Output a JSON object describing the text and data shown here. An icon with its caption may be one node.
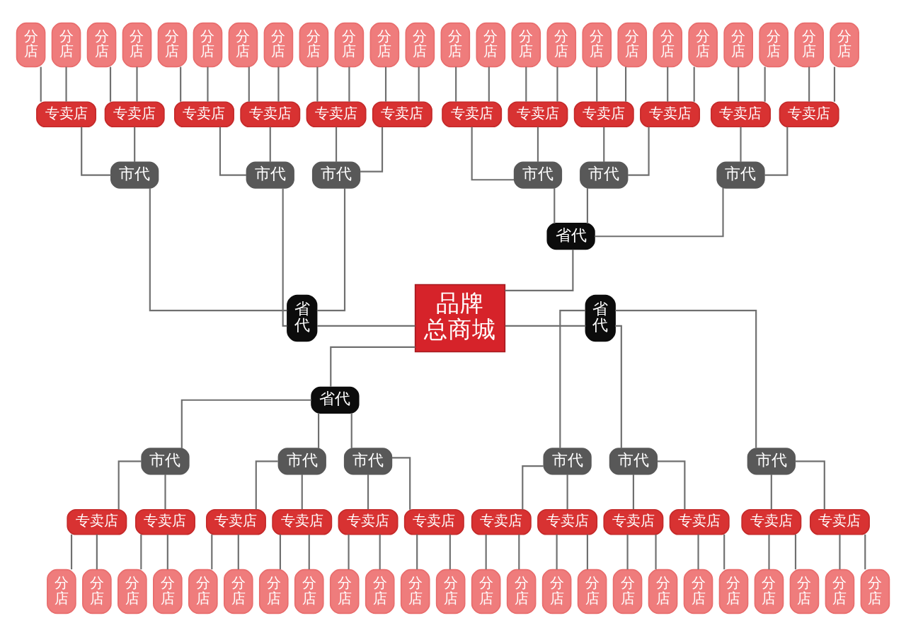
{
  "diagram": {
    "nodes": [
      {
        "text": [
          "品牌总商城"
        ]
      },
      {
        "text": [
          "省代"
        ]
      },
      {
        "text": [
          "市代"
        ]
      },
      {
        "text": [
          "专卖店"
        ]
      },
      {
        "text": [
          "分店"
        ]
      },
      {
        "text": [
          "分店"
        ]
      },
      {
        "text": [
          "专卖店"
        ]
      },
      {
        "text": [
          "分店"
        ]
      },
      {
        "text": [
          "分店"
        ]
      },
      {
        "text": [
          "市代"
        ]
      },
      {
        "text": [
          "专卖店"
        ]
      },
      {
        "text": [
          "分店"
        ]
      },
      {
        "text": [
          "分店"
        ]
      },
      {
        "text": [
          "专卖店"
        ]
      },
      {
        "text": [
          "分店"
        ]
      },
      {
        "text": [
          "分店"
        ]
      },
      {
        "text": [
          "市代"
        ]
      },
      {
        "text": [
          "专卖店"
        ]
      },
      {
        "text": [
          "分店"
        ]
      },
      {
        "text": [
          "分店"
        ]
      },
      {
        "text": [
          "专卖店"
        ]
      },
      {
        "text": [
          "分店"
        ]
      },
      {
        "text": [
          "分店"
        ]
      },
      {
        "text": [
          "省代"
        ]
      },
      {
        "text": [
          "市代"
        ]
      },
      {
        "text": [
          "专卖店"
        ]
      },
      {
        "text": [
          "分店"
        ]
      },
      {
        "text": [
          "分店"
        ]
      },
      {
        "text": [
          "专卖店"
        ]
      },
      {
        "text": [
          "分店"
        ]
      },
      {
        "text": [
          "分店"
        ]
      },
      {
        "text": [
          "市代"
        ]
      },
      {
        "text": [
          "专卖店"
        ]
      },
      {
        "text": [
          "分店"
        ]
      },
      {
        "text": [
          "分店"
        ]
      },
      {
        "text": [
          "专卖店"
        ]
      },
      {
        "text": [
          "分店"
        ]
      },
      {
        "text": [
          "分店"
        ]
      },
      {
        "text": [
          "市代"
        ]
      },
      {
        "text": [
          "专卖店"
        ]
      },
      {
        "text": [
          "分店"
        ]
      },
      {
        "text": [
          "分店"
        ]
      },
      {
        "text": [
          "专卖店"
        ]
      },
      {
        "text": [
          "分店"
        ]
      },
      {
        "text": [
          "分店"
        ]
      },
      {
        "text": [
          "省代"
        ]
      },
      {
        "text": [
          "市代"
        ]
      },
      {
        "text": [
          "专卖店"
        ]
      },
      {
        "text": [
          "分店"
        ]
      },
      {
        "text": [
          "分店"
        ]
      },
      {
        "text": [
          "专卖店"
        ]
      },
      {
        "text": [
          "分店"
        ]
      },
      {
        "text": [
          "分店"
        ]
      },
      {
        "text": [
          "市代"
        ]
      },
      {
        "text": [
          "专卖店"
        ]
      },
      {
        "text": [
          "分店"
        ]
      },
      {
        "text": [
          "分店"
        ]
      },
      {
        "text": [
          "专卖店"
        ]
      },
      {
        "text": [
          "分店"
        ]
      },
      {
        "text": [
          "分店"
        ]
      },
      {
        "text": [
          "市代"
        ]
      },
      {
        "text": [
          "专卖店"
        ]
      },
      {
        "text": [
          "分店"
        ]
      },
      {
        "text": [
          "分店"
        ]
      },
      {
        "text": [
          "专卖店"
        ]
      },
      {
        "text": [
          "分店"
        ]
      },
      {
        "text": [
          "分店"
        ]
      },
      {
        "text": [
          "省代"
        ]
      },
      {
        "text": [
          "市代"
        ]
      },
      {
        "text": [
          "专卖店"
        ]
      },
      {
        "text": [
          "分店"
        ]
      },
      {
        "text": [
          "分店"
        ]
      },
      {
        "text": [
          "专卖店"
        ]
      },
      {
        "text": [
          "分店"
        ]
      },
      {
        "text": [
          "分店"
        ]
      },
      {
        "text": [
          "市代"
        ]
      },
      {
        "text": [
          "专卖店"
        ]
      },
      {
        "text": [
          "分店"
        ]
      },
      {
        "text": [
          "分店"
        ]
      },
      {
        "text": [
          "专卖店"
        ]
      },
      {
        "text": [
          "分店"
        ]
      },
      {
        "text": [
          "分店"
        ]
      },
      {
        "text": [
          "市代"
        ]
      },
      {
        "text": [
          "专卖店"
        ]
      },
      {
        "text": [
          "分店"
        ]
      },
      {
        "text": [
          "分店"
        ]
      },
      {
        "text": [
          "专卖店"
        ]
      },
      {
        "text": [
          "分店"
        ]
      },
      {
        "text": [
          "分店"
        ]
      }
    ],
    "edges": [
      {
        "from": 1,
        "to": 0,
        "arrow": "none"
      },
      {
        "from": 2,
        "to": 1,
        "arrow": "none"
      },
      {
        "from": 3,
        "to": 2,
        "arrow": "none"
      },
      {
        "from": 4,
        "to": 3,
        "arrow": "none"
      },
      {
        "from": 5,
        "to": 3,
        "arrow": "none"
      },
      {
        "from": 6,
        "to": 2,
        "arrow": "none"
      },
      {
        "from": 7,
        "to": 6,
        "arrow": "none"
      },
      {
        "from": 8,
        "to": 6,
        "arrow": "none"
      },
      {
        "from": 9,
        "to": 1,
        "arrow": "none"
      },
      {
        "from": 10,
        "to": 9,
        "arrow": "none"
      },
      {
        "from": 11,
        "to": 10,
        "arrow": "none"
      },
      {
        "from": 12,
        "to": 10,
        "arrow": "none"
      },
      {
        "from": 13,
        "to": 9,
        "arrow": "none"
      },
      {
        "from": 14,
        "to": 13,
        "arrow": "none"
      },
      {
        "from": 15,
        "to": 13,
        "arrow": "none"
      },
      {
        "from": 16,
        "to": 1,
        "arrow": "none"
      },
      {
        "from": 17,
        "to": 16,
        "arrow": "none"
      },
      {
        "from": 18,
        "to": 17,
        "arrow": "none"
      },
      {
        "from": 19,
        "to": 17,
        "arrow": "none"
      },
      {
        "from": 20,
        "to": 16,
        "arrow": "none"
      },
      {
        "from": 21,
        "to": 20,
        "arrow": "none"
      },
      {
        "from": 22,
        "to": 20,
        "arrow": "none"
      },
      {
        "from": 23,
        "to": 0,
        "arrow": "none"
      },
      {
        "from": 24,
        "to": 23,
        "arrow": "none"
      },
      {
        "from": 25,
        "to": 24,
        "arrow": "none"
      },
      {
        "from": 26,
        "to": 25,
        "arrow": "none"
      },
      {
        "from": 27,
        "to": 25,
        "arrow": "none"
      },
      {
        "from": 28,
        "to": 24,
        "arrow": "none"
      },
      {
        "from": 29,
        "to": 28,
        "arrow": "none"
      },
      {
        "from": 30,
        "to": 28,
        "arrow": "none"
      },
      {
        "from": 31,
        "to": 23,
        "arrow": "none"
      },
      {
        "from": 32,
        "to": 31,
        "arrow": "none"
      },
      {
        "from": 33,
        "to": 32,
        "arrow": "none"
      },
      {
        "from": 34,
        "to": 32,
        "arrow": "none"
      },
      {
        "from": 35,
        "to": 31,
        "arrow": "none"
      },
      {
        "from": 36,
        "to": 35,
        "arrow": "none"
      },
      {
        "from": 37,
        "to": 35,
        "arrow": "none"
      },
      {
        "from": 38,
        "to": 23,
        "arrow": "none"
      },
      {
        "from": 39,
        "to": 38,
        "arrow": "none"
      },
      {
        "from": 40,
        "to": 39,
        "arrow": "none"
      },
      {
        "from": 41,
        "to": 39,
        "arrow": "none"
      },
      {
        "from": 42,
        "to": 38,
        "arrow": "none"
      },
      {
        "from": 43,
        "to": 42,
        "arrow": "none"
      },
      {
        "from": 44,
        "to": 42,
        "arrow": "none"
      },
      {
        "from": 0,
        "to": 45,
        "arrow": "none"
      },
      {
        "from": 45,
        "to": 46,
        "arrow": "none"
      },
      {
        "from": 46,
        "to": 47,
        "arrow": "none"
      },
      {
        "from": 47,
        "to": 48,
        "arrow": "none"
      },
      {
        "from": 47,
        "to": 49,
        "arrow": "none"
      },
      {
        "from": 46,
        "to": 50,
        "arrow": "none"
      },
      {
        "from": 50,
        "to": 51,
        "arrow": "none"
      },
      {
        "from": 50,
        "to": 52,
        "arrow": "none"
      },
      {
        "from": 45,
        "to": 53,
        "arrow": "none"
      },
      {
        "from": 53,
        "to": 54,
        "arrow": "none"
      },
      {
        "from": 54,
        "to": 55,
        "arrow": "none"
      },
      {
        "from": 54,
        "to": 56,
        "arrow": "none"
      },
      {
        "from": 53,
        "to": 57,
        "arrow": "none"
      },
      {
        "from": 57,
        "to": 58,
        "arrow": "none"
      },
      {
        "from": 57,
        "to": 59,
        "arrow": "none"
      },
      {
        "from": 45,
        "to": 60,
        "arrow": "none"
      },
      {
        "from": 60,
        "to": 61,
        "arrow": "none"
      },
      {
        "from": 61,
        "to": 62,
        "arrow": "none"
      },
      {
        "from": 61,
        "to": 63,
        "arrow": "none"
      },
      {
        "from": 60,
        "to": 64,
        "arrow": "none"
      },
      {
        "from": 64,
        "to": 65,
        "arrow": "none"
      },
      {
        "from": 64,
        "to": 66,
        "arrow": "none"
      },
      {
        "from": 0,
        "to": 67,
        "arrow": "none"
      },
      {
        "from": 67,
        "to": 68,
        "arrow": "none"
      },
      {
        "from": 68,
        "to": 69,
        "arrow": "none"
      },
      {
        "from": 69,
        "to": 70,
        "arrow": "none"
      },
      {
        "from": 69,
        "to": 71,
        "arrow": "none"
      },
      {
        "from": 68,
        "to": 72,
        "arrow": "none"
      },
      {
        "from": 72,
        "to": 73,
        "arrow": "none"
      },
      {
        "from": 72,
        "to": 74,
        "arrow": "none"
      },
      {
        "from": 67,
        "to": 75,
        "arrow": "none"
      },
      {
        "from": 75,
        "to": 76,
        "arrow": "none"
      },
      {
        "from": 76,
        "to": 77,
        "arrow": "none"
      },
      {
        "from": 76,
        "to": 78,
        "arrow": "none"
      },
      {
        "from": 75,
        "to": 79,
        "arrow": "none"
      },
      {
        "from": 79,
        "to": 80,
        "arrow": "none"
      },
      {
        "from": 79,
        "to": 81,
        "arrow": "none"
      },
      {
        "from": 67,
        "to": 82,
        "arrow": "none"
      },
      {
        "from": 82,
        "to": 83,
        "arrow": "none"
      },
      {
        "from": 83,
        "to": 84,
        "arrow": "none"
      },
      {
        "from": 83,
        "to": 85,
        "arrow": "none"
      },
      {
        "from": 82,
        "to": 86,
        "arrow": "none"
      },
      {
        "from": 86,
        "to": 87,
        "arrow": "none"
      },
      {
        "from": 86,
        "to": 88,
        "arrow": "none"
      }
    ]
  }
}
